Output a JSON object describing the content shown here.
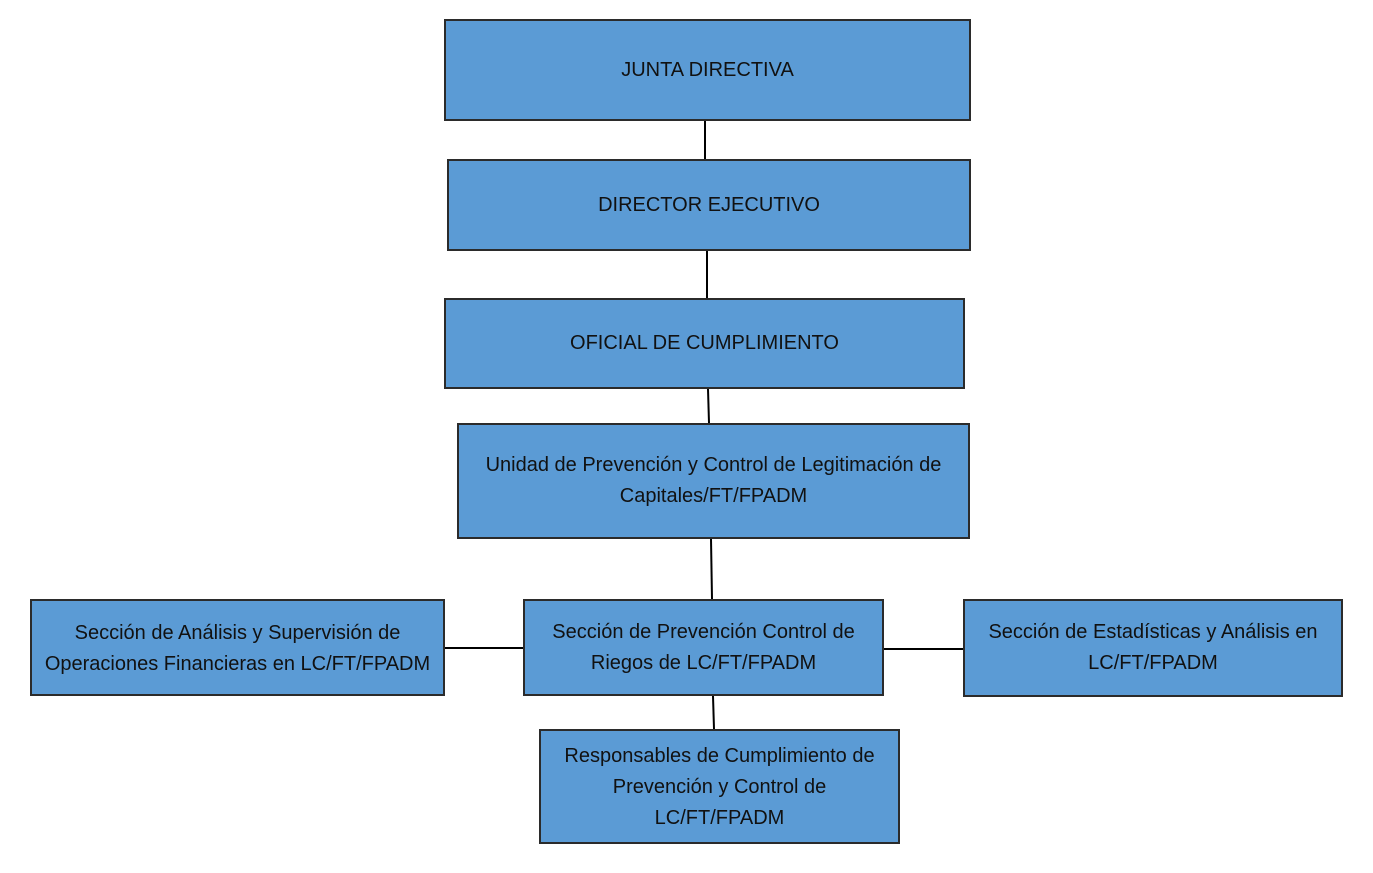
{
  "nodes": {
    "junta": {
      "label": "JUNTA DIRECTIVA"
    },
    "director": {
      "label": "DIRECTOR EJECUTIVO"
    },
    "oficial": {
      "label": "OFICIAL DE CUMPLIMIENTO"
    },
    "unidad": {
      "label": "Unidad de Prevención y Control de Legitimación de Capitales/FT/FPADM"
    },
    "seccion_analisis": {
      "label": "Sección de Análisis y Supervisión de Operaciones Financieras en LC/FT/FPADM"
    },
    "seccion_prevencion": {
      "label": "Sección de Prevención Control de Riegos de LC/FT/FPADM"
    },
    "seccion_estadisticas": {
      "label": "Sección de Estadísticas y Análisis en LC/FT/FPADM"
    },
    "responsables": {
      "label": "Responsables de Cumplimiento de Prevención y Control de LC/FT/FPADM"
    }
  },
  "connections": [
    [
      "junta",
      "director"
    ],
    [
      "director",
      "oficial"
    ],
    [
      "oficial",
      "unidad"
    ],
    [
      "unidad",
      "seccion_prevencion"
    ],
    [
      "seccion_prevencion",
      "seccion_analisis"
    ],
    [
      "seccion_prevencion",
      "seccion_estadisticas"
    ],
    [
      "seccion_prevencion",
      "responsables"
    ]
  ],
  "colors": {
    "box_fill": "#5b9bd5",
    "box_border": "#2b2b2b",
    "connector": "#000000",
    "text": "#111111"
  }
}
